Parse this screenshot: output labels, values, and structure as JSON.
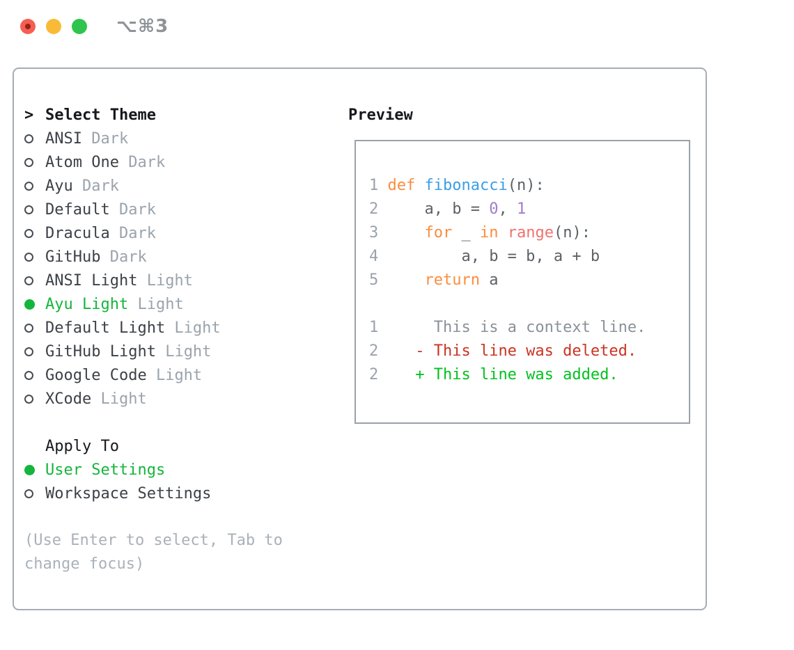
{
  "window": {
    "title": "⌥⌘3",
    "traffic_lights": [
      {
        "name": "close",
        "color": "#f55f53"
      },
      {
        "name": "minimize",
        "color": "#f9bb37"
      },
      {
        "name": "zoom",
        "color": "#2ec44d"
      }
    ]
  },
  "theme_panel": {
    "list_header": {
      "prefix": ">",
      "label": "Select Theme"
    },
    "themes": [
      {
        "name": "ANSI",
        "variant": "Dark",
        "selected": false
      },
      {
        "name": "Atom One",
        "variant": "Dark",
        "selected": false
      },
      {
        "name": "Ayu",
        "variant": "Dark",
        "selected": false
      },
      {
        "name": "Default",
        "variant": "Dark",
        "selected": false
      },
      {
        "name": "Dracula",
        "variant": "Dark",
        "selected": false
      },
      {
        "name": "GitHub",
        "variant": "Dark",
        "selected": false
      },
      {
        "name": "ANSI Light",
        "variant": "Light",
        "selected": false
      },
      {
        "name": "Ayu Light",
        "variant": "Light",
        "selected": true
      },
      {
        "name": "Default Light",
        "variant": "Light",
        "selected": false
      },
      {
        "name": "GitHub Light",
        "variant": "Light",
        "selected": false
      },
      {
        "name": "Google Code",
        "variant": "Light",
        "selected": false
      },
      {
        "name": "XCode",
        "variant": "Light",
        "selected": false
      }
    ],
    "apply_to": {
      "header": "Apply To",
      "options": [
        {
          "name": "User Settings",
          "selected": true
        },
        {
          "name": "Workspace Settings",
          "selected": false
        }
      ]
    },
    "hint": "(Use Enter to select, Tab to change focus)"
  },
  "preview": {
    "header": "Preview",
    "lines": [
      [
        {
          "t": "1 ",
          "c": "lineno"
        },
        {
          "t": "def",
          "c": "keyword"
        },
        {
          "t": " ",
          "c": "plain"
        },
        {
          "t": "fibonacci",
          "c": "function"
        },
        {
          "t": "(n):",
          "c": "plain"
        }
      ],
      [
        {
          "t": "2 ",
          "c": "lineno"
        },
        {
          "t": "    a, b = ",
          "c": "plain"
        },
        {
          "t": "0",
          "c": "number"
        },
        {
          "t": ", ",
          "c": "plain"
        },
        {
          "t": "1",
          "c": "number"
        }
      ],
      [
        {
          "t": "3 ",
          "c": "lineno"
        },
        {
          "t": "    ",
          "c": "plain"
        },
        {
          "t": "for",
          "c": "keyword"
        },
        {
          "t": " _ ",
          "c": "plain"
        },
        {
          "t": "in",
          "c": "keyword"
        },
        {
          "t": " ",
          "c": "plain"
        },
        {
          "t": "range",
          "c": "call"
        },
        {
          "t": "(n):",
          "c": "plain"
        }
      ],
      [
        {
          "t": "4 ",
          "c": "lineno"
        },
        {
          "t": "        a, b = b, a + b",
          "c": "plain"
        }
      ],
      [
        {
          "t": "5 ",
          "c": "lineno"
        },
        {
          "t": "    ",
          "c": "plain"
        },
        {
          "t": "return",
          "c": "keyword"
        },
        {
          "t": " a",
          "c": "plain"
        }
      ],
      [],
      [
        {
          "t": "1",
          "c": "lineno"
        },
        {
          "t": "      This is a context line.",
          "c": "context"
        }
      ],
      [
        {
          "t": "2",
          "c": "lineno"
        },
        {
          "t": "    ",
          "c": "plain"
        },
        {
          "t": "- This line was deleted.",
          "c": "deleted"
        }
      ],
      [
        {
          "t": "2",
          "c": "lineno"
        },
        {
          "t": "    ",
          "c": "plain"
        },
        {
          "t": "+ This line was added.",
          "c": "added"
        }
      ]
    ]
  },
  "colors": {
    "selected_green": "#14b53c",
    "keyword": "#fa8d3e",
    "function": "#399ee6",
    "number": "#a37acc",
    "call": "#f07171",
    "plain": "#5c6166",
    "lineno": "#9aa2ab",
    "context": "#8a9199",
    "deleted": "#cc3322",
    "added": "#00c21f"
  }
}
